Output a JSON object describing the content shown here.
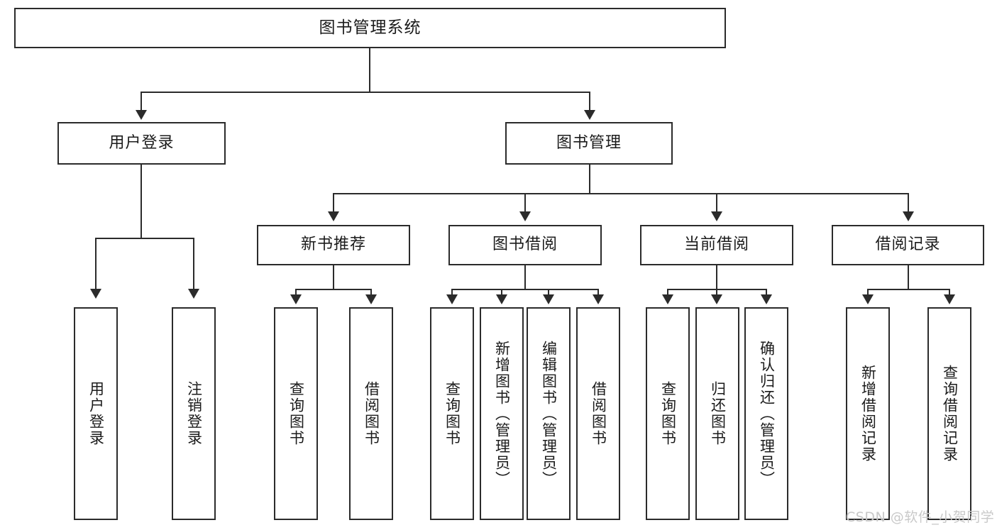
{
  "diagram": {
    "title": "图书管理系统",
    "type": "tree-structure-chart",
    "root": {
      "label": "图书管理系统"
    },
    "level2": [
      {
        "label": "用户登录"
      },
      {
        "label": "图书管理"
      }
    ],
    "level3": [
      {
        "label": "新书推荐"
      },
      {
        "label": "图书借阅"
      },
      {
        "label": "当前借阅"
      },
      {
        "label": "借阅记录"
      }
    ],
    "leaves": {
      "user_login": [
        {
          "label": "用户登录"
        },
        {
          "label": "注销登录"
        }
      ],
      "new_book_recommend": [
        {
          "label": "查询图书"
        },
        {
          "label": "借阅图书"
        }
      ],
      "book_borrow": [
        {
          "label": "查询图书"
        },
        {
          "label": "新增图书（管理员）"
        },
        {
          "label": "编辑图书（管理员）"
        },
        {
          "label": "借阅图书"
        }
      ],
      "current_borrow": [
        {
          "label": "查询图书"
        },
        {
          "label": "归还图书"
        },
        {
          "label": "确认归还（管理员）"
        }
      ],
      "borrow_record": [
        {
          "label": "新增借阅记录"
        },
        {
          "label": "查询借阅记录"
        }
      ]
    }
  },
  "watermark": {
    "text": "CSDN @软件_小贺同学"
  },
  "colors": {
    "stroke": "#2b2b2b",
    "fill": "#ffffff",
    "text": "#1b1b1b",
    "watermark": "#c9c9c9"
  }
}
